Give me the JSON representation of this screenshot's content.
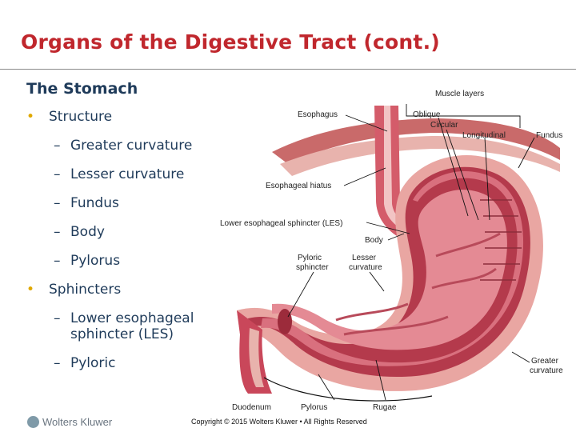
{
  "slide": {
    "title": "Organs of the Digestive Tract (cont.)",
    "subtitle": "The Stomach"
  },
  "bullets": [
    {
      "label": "Structure",
      "items": [
        "Greater curvature",
        "Lesser curvature",
        "Fundus",
        "Body",
        "Pylorus"
      ]
    },
    {
      "label": "Sphincters",
      "items": [
        "Lower esophageal sphincter (LES)",
        "Pyloric"
      ]
    }
  ],
  "figure": {
    "labels": {
      "muscle_layers": "Muscle layers",
      "oblique": "Oblique",
      "circular": "Circular",
      "longitudinal": "Longitudinal",
      "fundus": "Fundus",
      "esophagus": "Esophagus",
      "esophageal_hiatus": "Esophageal hiatus",
      "les": "Lower esophageal sphincter (LES)",
      "body": "Body",
      "pyloric_sphincter_1": "Pyloric",
      "pyloric_sphincter_2": "sphincter",
      "lesser_curvature_1": "Lesser",
      "lesser_curvature_2": "curvature",
      "greater_curvature_1": "Greater",
      "greater_curvature_2": "curvature",
      "duodenum": "Duodenum",
      "pylorus": "Pylorus",
      "rugae": "Rugae"
    },
    "colors": {
      "stomach_wall": "#c9475a",
      "mucosa": "#d9707e",
      "outer_layer": "#e9a6a2",
      "esophagus": "#d45c6a"
    }
  },
  "footer": {
    "logo_text": "Wolters Kluwer",
    "copyright": "Copyright © 2015 Wolters Kluwer • All Rights Reserved"
  }
}
